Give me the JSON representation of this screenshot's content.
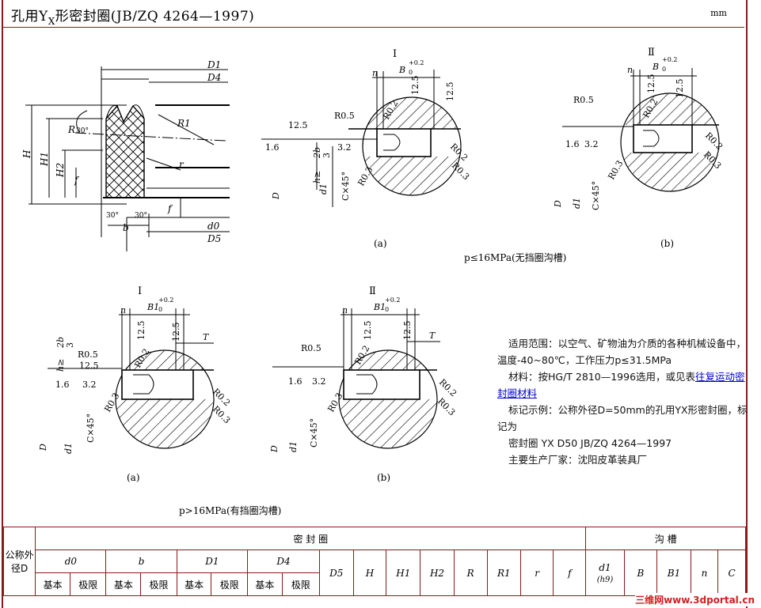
{
  "header": {
    "title_main": "孔用Y",
    "title_sub": "X",
    "title_rest": "形密封圈(JB/ZQ 4264—1997)",
    "unit": "mm"
  },
  "figure_labels": {
    "section_i": "Ⅰ",
    "section_ii": "Ⅱ",
    "a": "(a)",
    "b": "(b)",
    "caption_low": "p≤16MPa(无挡圈沟槽)",
    "caption_high": "p>16MPa(有挡圈沟槽)",
    "dim_D1": "D1",
    "dim_D4": "D4",
    "dim_d0": "d0",
    "dim_D5": "D5",
    "dim_H": "H",
    "dim_H1": "H1",
    "dim_H2": "H2",
    "dim_R": "R",
    "dim_R1": "R1",
    "dim_r": "r",
    "dim_f": "f",
    "dim_b": "b",
    "dim_D": "D",
    "dim_d1": "d1",
    "dim_n": "n",
    "dim_T": "T",
    "dim_B": "B",
    "dim_B1": "B1",
    "tol": "+0.2",
    "tol_zero": "0",
    "angle30": "30°",
    "r05": "R0.5",
    "r02": "R0.2",
    "r03": "R0.3",
    "rough125": "12.5",
    "rough32": "3.2",
    "rough16": "1.6",
    "h_ge": "h≥",
    "two_b": "2b",
    "three": "3",
    "chamfer": "C×45°"
  },
  "info": {
    "scope": "适用范围：以空气、矿物油为介质的各种机械设备中，温度-40~80℃，工作压力p≤31.5MPa",
    "material_prefix": "材料：按HG/T  2810—1996选用，或见表",
    "material_link": "往复运动密封圈材料",
    "marking": "标记示例：公称外径D=50mm的孔用YX形密封圈，标记为",
    "mark_code": "密封圈   YX D50   JB/ZQ 4264—1997",
    "maker": "主要生产厂家：沈阳皮革装具厂"
  },
  "table": {
    "col_nominal": "公称外径D",
    "group_seal": "密  封  圈",
    "group_groove": "沟  槽",
    "d0": "d0",
    "b": "b",
    "D1": "D1",
    "D4": "D4",
    "basic": "基本",
    "limit": "极限",
    "D5": "D5",
    "H": "H",
    "H1": "H1",
    "H2": "H2",
    "R": "R",
    "R1": "R1",
    "r": "r",
    "f": "f",
    "d1": "d1",
    "d1_tol": "(h9)",
    "B": "B",
    "B1": "B1",
    "n": "n",
    "C": "C"
  },
  "watermark": "三维网www.3dportal.cn"
}
